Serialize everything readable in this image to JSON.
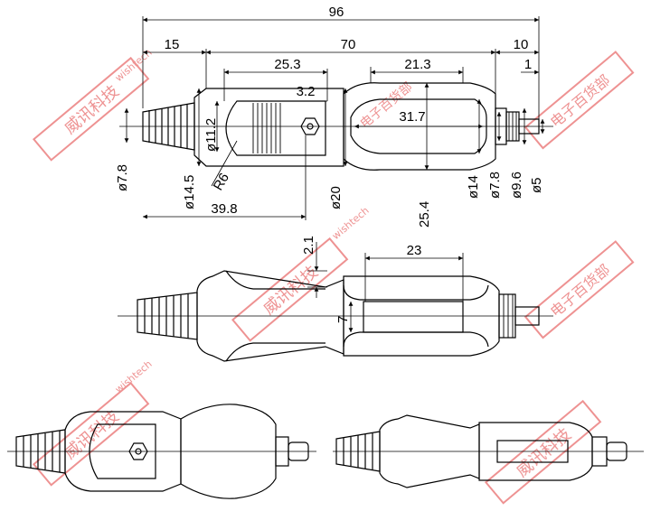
{
  "watermark": {
    "brand": "威讯科技",
    "latin": "wishtech",
    "sub": "电子百货部",
    "color": "#e03a3a"
  },
  "dims": {
    "d96": "96",
    "d15": "15",
    "d70": "70",
    "d10": "10",
    "d1": "1",
    "d25_3": "25.3",
    "d21_3": "21.3",
    "d3_2": "3.2",
    "d31_7": "31.7",
    "d11_2": "ø11.2",
    "d7_8_left": "ø7.8",
    "d14_5": "ø14.5",
    "r6": "R6",
    "d39_8": "39.8",
    "d20": "ø20",
    "d25_4": "25.4",
    "d14": "ø14",
    "d7_8_right": "ø7.8",
    "d9_6": "ø9.6",
    "d5": "ø5",
    "d2_1": "2.1",
    "d23": "23",
    "d7": "7"
  }
}
